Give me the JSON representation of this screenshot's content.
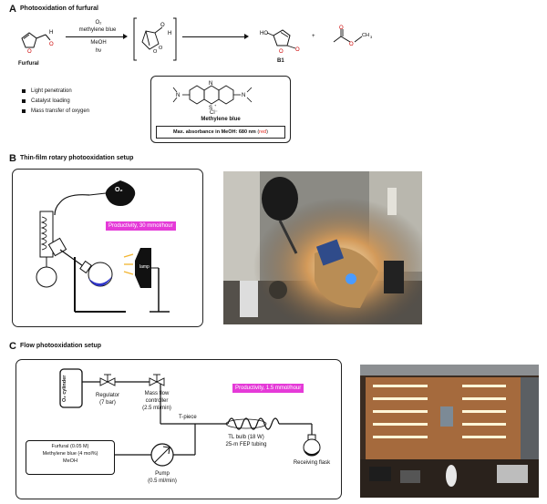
{
  "panel_a": {
    "letter": "A",
    "title": "Photooxidation of furfural",
    "furfural_label": "Furfural",
    "reagents": [
      "O₂",
      "methylene blue",
      "MeOH",
      "hν"
    ],
    "product_label": "B1",
    "plus": "+",
    "bullets": [
      "Light penetration",
      "Catalyst loading",
      "Mass transfer of oxygen"
    ],
    "mb_label": "Methylene blue",
    "mb_counterion": "Cl⁻",
    "absorbance_text": "Max. absorbance in MeOH: 680 nm",
    "absorbance_color_word": "red",
    "absorbance_paren_open": "(",
    "absorbance_paren_close": ")"
  },
  "panel_b": {
    "letter": "B",
    "title": "Thin-film rotary photooxidation setup",
    "o2_label": "O₂",
    "productivity": "Productivity, 30 mmol/hour",
    "lamp_label": "lamp"
  },
  "panel_c": {
    "letter": "C",
    "title": "Flow photooxidation setup",
    "cylinder_label": "O₂ cylinder",
    "regulator_label": "Regulator",
    "regulator_sub": "(7 bar)",
    "mfc_label_1": "Mass flow",
    "mfc_label_2": "controller",
    "mfc_sub": "(2.5 ml/min)",
    "tpiece_label": "T-piece",
    "productivity": "Productivity, 1.5 mmol/hour",
    "feed_line1": "Furfural (0.05 M)",
    "feed_line2": "Methylene blue (4 mol%)",
    "feed_line3": "MeOH",
    "pump_label": "Pump",
    "pump_sub": "(0.5 ml/min)",
    "tl_label": "TL bulb (18 W)",
    "tubing_label": "25-m FEP tubing",
    "flask_label": "Receiving flask"
  },
  "colors": {
    "pink": "#e53ad8",
    "red_word": "#e0251b",
    "flask_blue": "#2f35c9"
  }
}
